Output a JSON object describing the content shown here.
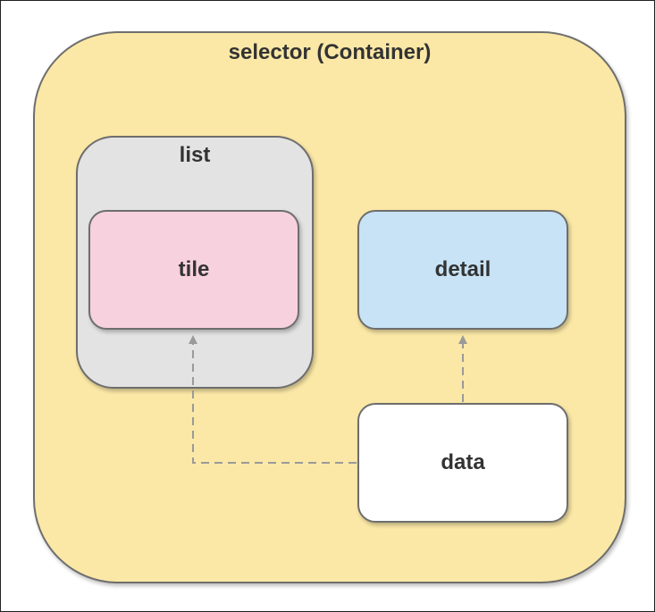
{
  "diagram": {
    "container": {
      "label": "selector (Container)",
      "fill": "#fbe8a6"
    },
    "list": {
      "label": "list",
      "fill": "#e3e3e3"
    },
    "tile": {
      "label": "tile",
      "fill": "#f7d1de"
    },
    "detail": {
      "label": "detail",
      "fill": "#c7e3f5"
    },
    "data": {
      "label": "data",
      "fill": "#ffffff"
    },
    "connector_color": "#9a9a9a"
  }
}
